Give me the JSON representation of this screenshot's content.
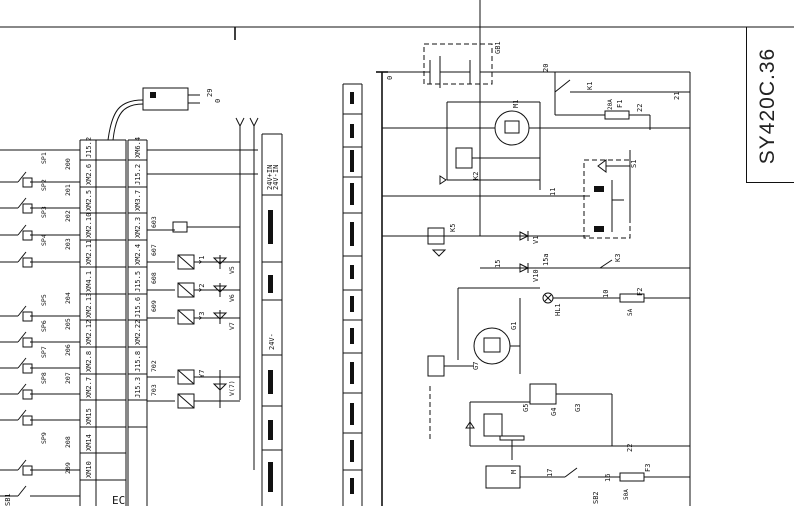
{
  "drawing": {
    "number": "SY420C.36"
  },
  "labels": {
    "ec": "EC",
    "wire_n29": "29",
    "wire_n0": "0",
    "wire_top_0": "0",
    "wire_20": "20",
    "wire_21": "21",
    "wire_22": "22",
    "wire_11": "11",
    "wire_15": "15",
    "wire_15a": "15a",
    "wire_10": "10",
    "wire_17": "17",
    "wire_16": "16",
    "fuse_f1": "F1",
    "fuse_f1_rating": "20A",
    "fuse_f2": "F2",
    "fuse_f2_rating": "5A",
    "fuse_f3": "F3",
    "fuse_f3_rating": "50A",
    "relay_k1": "K1",
    "relay_k2": "K2",
    "relay_k3": "K3",
    "relay_k5": "K5",
    "motor_m1": "M1",
    "switch_s1": "S1",
    "gen_g1": "G1",
    "diode_v1": "V1",
    "diode_v10": "V10",
    "lamp_hl1": "HL1",
    "battery_gb1": "GB1",
    "block_g3": "G3",
    "block_g5": "G5",
    "block_g4": "G4",
    "block_g7": "G7",
    "block_m": "M",
    "sb2": "SB2",
    "sb1": "SB1",
    "connectors_left": [
      "J15.2",
      "XM2.6",
      "XM2.5",
      "XM2.10",
      "XM2.11",
      "XM4.1",
      "XM2.13",
      "XM2.12",
      "XM2.8",
      "XM2.7",
      "XM15",
      "XM14",
      "XM10"
    ],
    "wire_codes_left": [
      "200",
      "201",
      "202",
      "203",
      "204",
      "205",
      "206",
      "207",
      "208",
      "209"
    ],
    "pressure_switches": [
      "SP1",
      "SP2",
      "SP3",
      "SP4",
      "SP5",
      "SP6",
      "SP7",
      "SP8",
      "SP9"
    ],
    "connectors_mid": [
      "XM6.4",
      "J15.2",
      "XM3.7",
      "XM2.3",
      "XM2.4",
      "J15.5",
      "J15.6",
      "XM2.22",
      "J15.8",
      "J15.3"
    ],
    "wire_codes_mid": [
      "603",
      "607",
      "608",
      "609",
      "702",
      "703"
    ],
    "valves": [
      "Y1",
      "Y2",
      "Y3",
      "Y7"
    ],
    "valve_diodes": [
      "V5",
      "V6",
      "V7",
      "V(7)"
    ],
    "power_terms": [
      "24V+IN",
      "24V-IN"
    ],
    "v24_minus": "24V-"
  }
}
